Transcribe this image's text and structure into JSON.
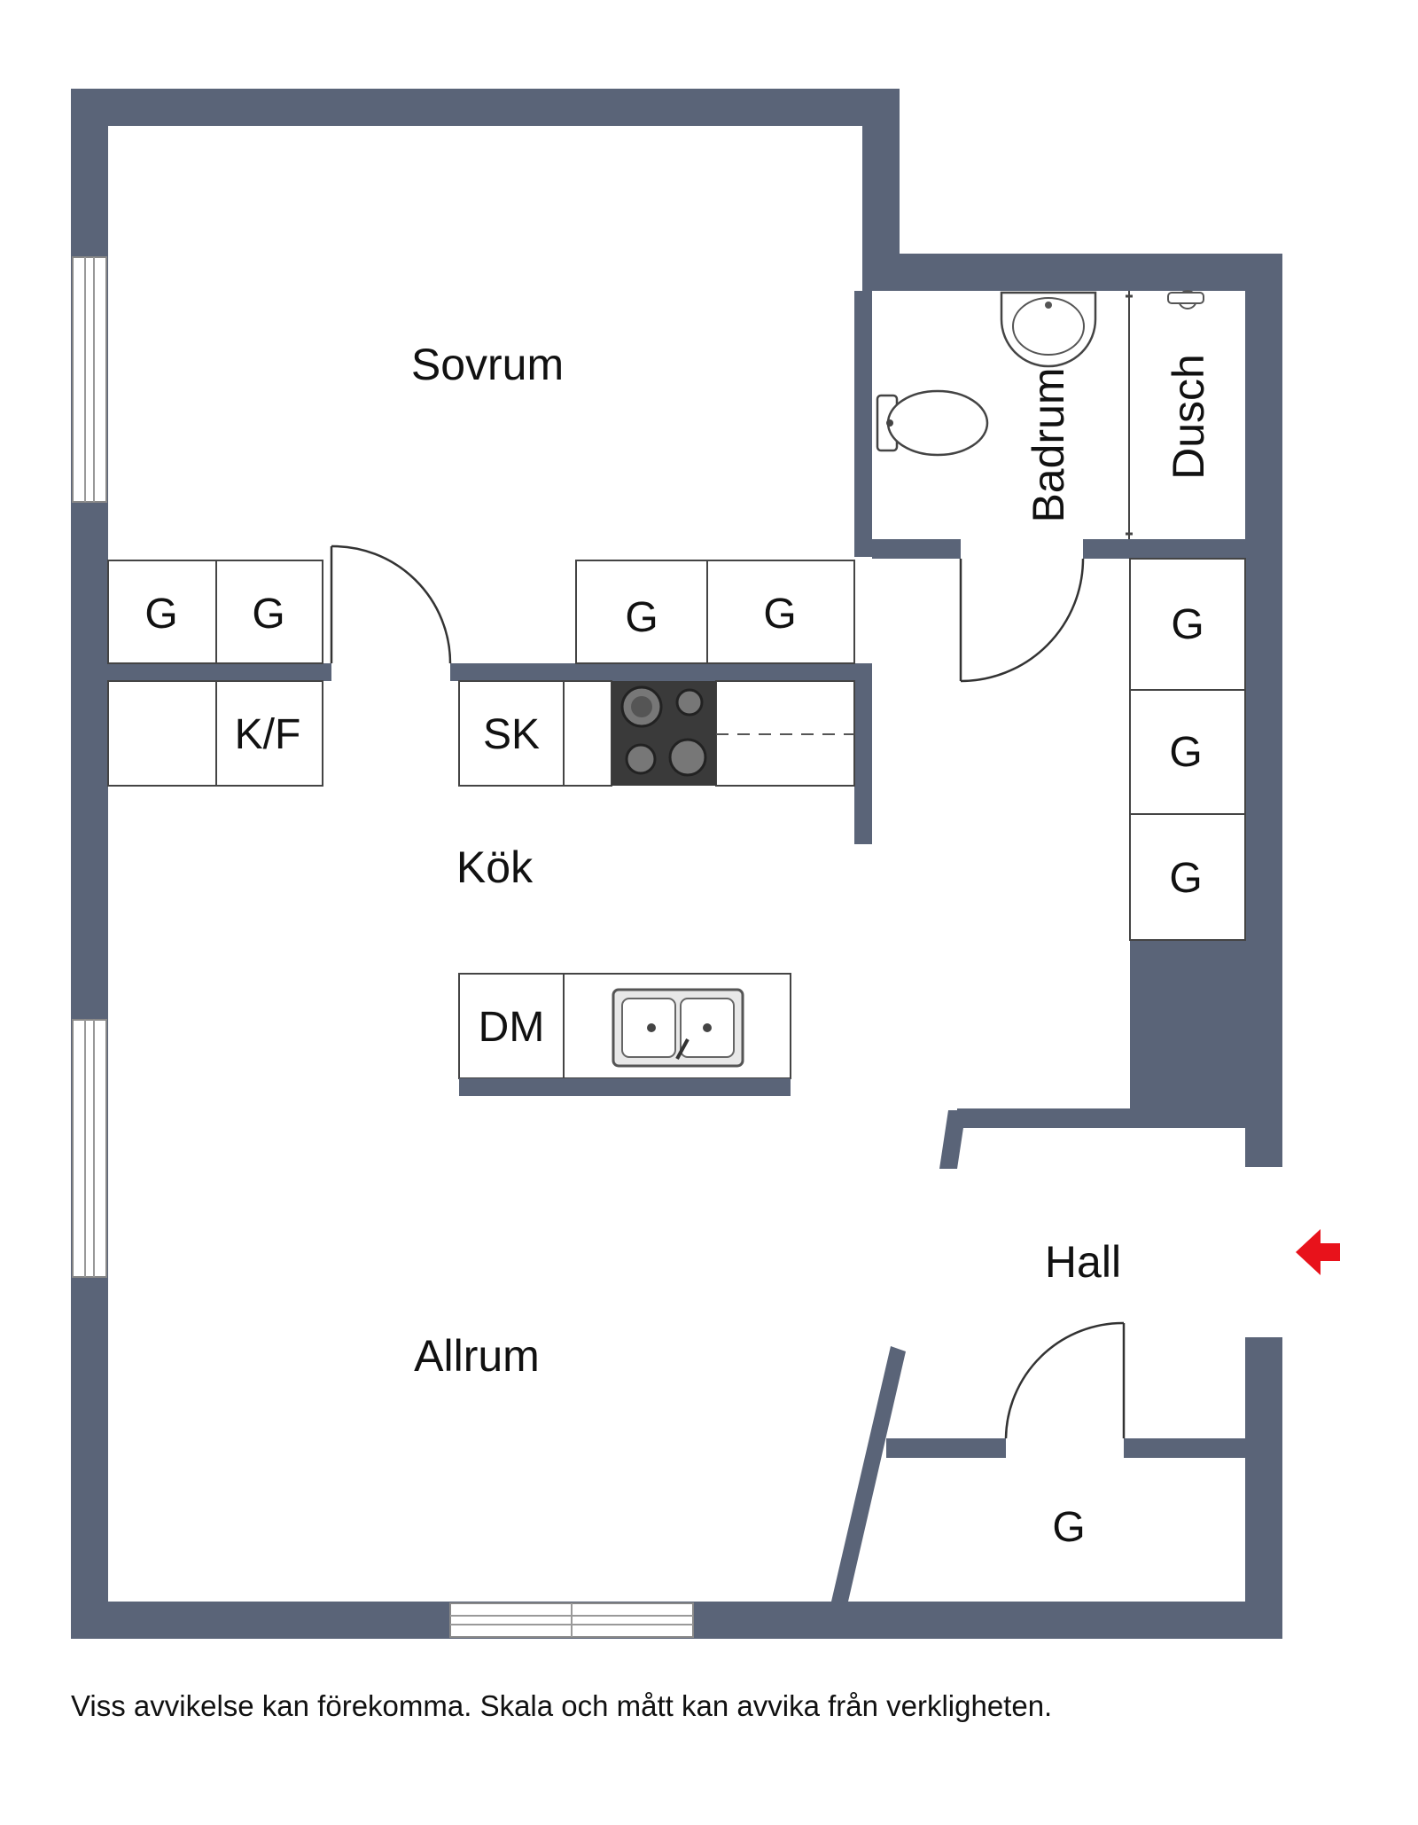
{
  "rooms": {
    "sovrum": "Sovrum",
    "badrum": "Badrum",
    "dusch": "Dusch",
    "kok": "Kök",
    "allrum": "Allrum",
    "hall": "Hall"
  },
  "cabinets": {
    "g": "G",
    "kf": "K/F",
    "sk": "SK",
    "dm": "DM"
  },
  "disclaimer": "Viss avvikelse kan förekomma. Skala och mått kan avvika från verkligheten.",
  "colors": {
    "wall": "#5a6478",
    "entrance_arrow": "#e8121b"
  },
  "icons": {
    "entrance": "entrance-arrow-icon"
  }
}
